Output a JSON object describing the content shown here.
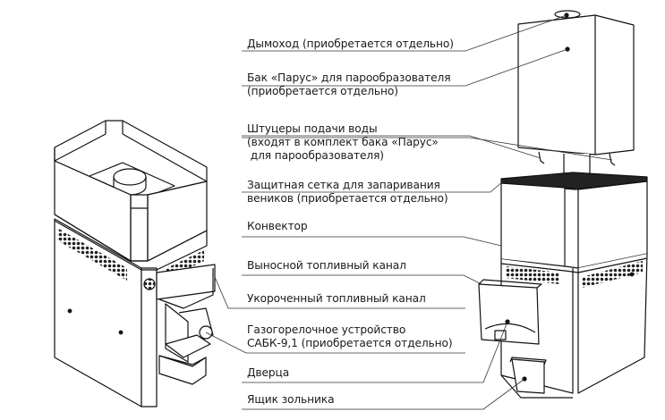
{
  "diagram": {
    "subject": "Sauna stove with accessories",
    "callouts": [
      {
        "id": "chimney",
        "lines": [
          "Дымоход (приобретается отдельно)"
        ]
      },
      {
        "id": "tank",
        "lines": [
          "Бак «Парус» для парообразователя",
          "(приобретается отдельно)"
        ]
      },
      {
        "id": "water-fittings",
        "lines": [
          "Штуцеры подачи воды",
          "(входят в комплект бака «Парус»",
          " для парообразователя)"
        ]
      },
      {
        "id": "protective-grid",
        "lines": [
          "Защитная сетка для запаривания",
          "веников (приобретается отдельно)"
        ]
      },
      {
        "id": "convector",
        "lines": [
          "Конвектор"
        ]
      },
      {
        "id": "remote-fuel-channel",
        "lines": [
          "Выносной топливный канал"
        ]
      },
      {
        "id": "short-fuel-channel",
        "lines": [
          "Укороченный топливный канал"
        ]
      },
      {
        "id": "gas-burner",
        "lines": [
          "Газогорелочное устройство",
          "САБК-9,1 (приобретается отдельно)"
        ]
      },
      {
        "id": "door",
        "lines": [
          "Дверца"
        ]
      },
      {
        "id": "ash-box",
        "lines": [
          "Ящик зольника"
        ]
      }
    ]
  }
}
